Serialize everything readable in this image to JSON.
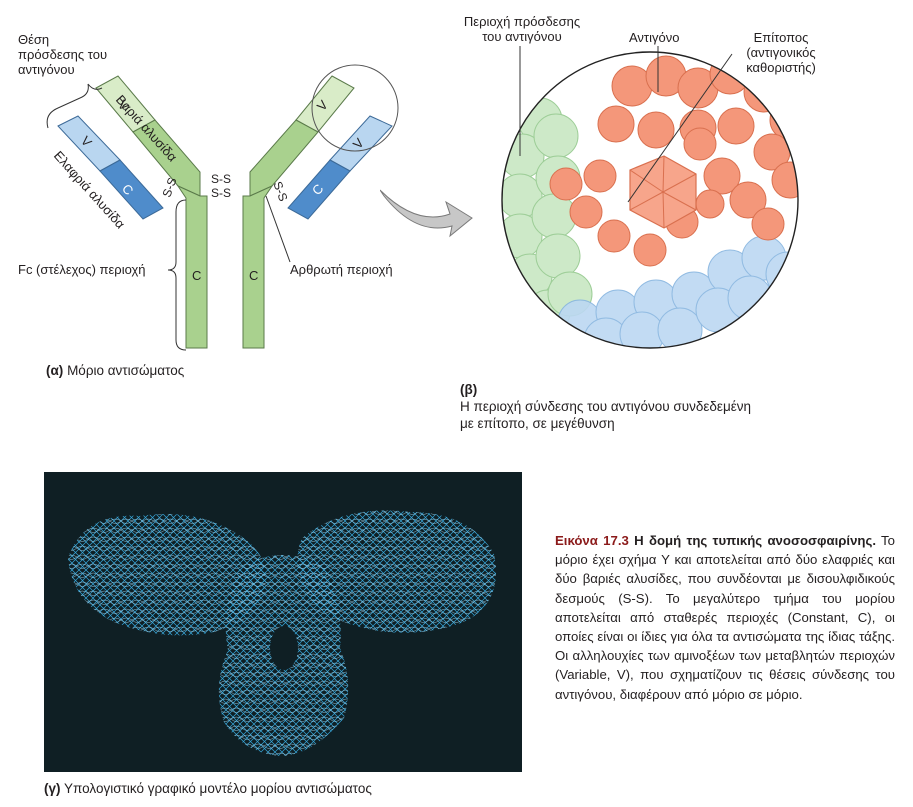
{
  "panel_a": {
    "caption_letter": "(α)",
    "caption_text": "Μόριο αντισώματος",
    "antigen_binding_site_label": "Θέση\nπρόσδεσης του\nαντιγόνου",
    "heavy_chain_label": "Βαριά αλυσίδα",
    "light_chain_label": "Ελαφριά αλυσίδα",
    "fc_region_label": "Fc (στέλεχος) περιοχή",
    "hinge_region_label": "Αρθρωτή περιοχή",
    "v_label": "V",
    "c_label": "C",
    "disulfide_label": "S-S"
  },
  "panel_b": {
    "caption_letter": "(β)",
    "caption_text": "Η περιοχή σύνδεσης του αντιγόνου συνδεδεμένη\nμε επίτοπο, σε μεγέθυνση",
    "binding_region_label": "Περιοχή πρόσδεσης\nτου αντιγόνου",
    "antigen_label": "Αντιγόνο",
    "epitope_label": "Επίτοπος\n(αντιγονικός\nκαθοριστής)"
  },
  "panel_c": {
    "caption_letter": "(γ)",
    "caption_text": "Υπολογιστικό γραφικό μοντέλο μορίου αντισώματος"
  },
  "figure_caption": {
    "number": "Εικόνα 17.3",
    "title": "Η δομή της τυπικής ανοσοσφαιρίνης.",
    "body": "Το μόριο έχει σχήμα Y και αποτελείται από δύο ελαφριές και δύο βαριές αλυσίδες, που συνδέονται με δισουλφιδικούς δεσμούς (S-S). Το μεγαλύτερο τμήμα του μορίου αποτελείται από σταθερές περιοχές (Constant, C), οι οποίες είναι οι ίδιες για όλα τα αντισώματα της ίδιας τάξης. Οι αλληλουχίες των αμινοξέων των μεταβλητών περιοχών (Variable, V), που σχηματίζουν τις θέσεις σύνδεσης του αντιγόνου, διαφέρουν από μόριο σε μόριο."
  },
  "colors": {
    "heavy_chain": "#a9d18e",
    "heavy_variable": "#d9ecc8",
    "light_constant": "#4f8ccb",
    "light_variable": "#b9d6f0",
    "antigen": "#f4977a",
    "binding_green": "#c5e6bf",
    "binding_blue": "#bcd8f2",
    "model_background": "#0f1f24",
    "model_mesh": "#2aa6e0",
    "caption_accent": "#8b1a1a"
  }
}
